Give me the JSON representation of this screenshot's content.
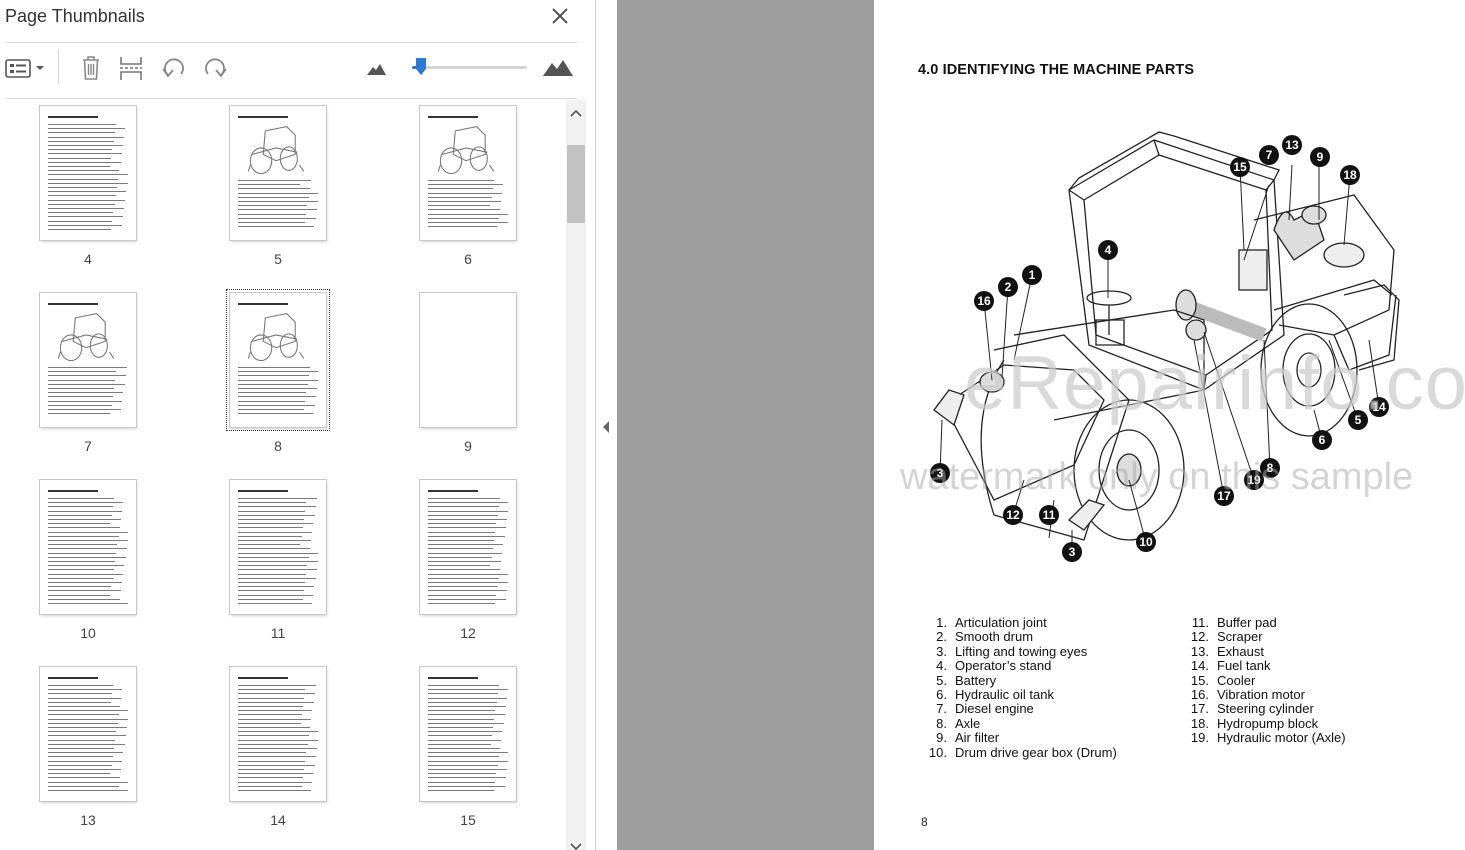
{
  "panel": {
    "title": "Page Thumbnails",
    "icons": {
      "close": "close-icon",
      "options": "thumbnail-options-icon",
      "delete": "trash-icon",
      "insert": "insert-page-icon",
      "undo": "undo-icon",
      "redo": "redo-icon",
      "zoom_out": "small-mountain-icon",
      "zoom_in": "large-mountain-icon"
    },
    "thumbnail_size_fraction": 0.04,
    "thumbnails": [
      {
        "page": "4"
      },
      {
        "page": "5"
      },
      {
        "page": "6"
      },
      {
        "page": "7"
      },
      {
        "page": "8"
      },
      {
        "page": "9"
      },
      {
        "page": "10"
      },
      {
        "page": "11"
      },
      {
        "page": "12"
      },
      {
        "page": "13"
      },
      {
        "page": "14"
      },
      {
        "page": "15"
      }
    ],
    "selected_page": "8"
  },
  "document": {
    "section_title": "4.0  IDENTIFYING THE MACHINE PARTS",
    "callouts": [
      "1",
      "2",
      "3",
      "3",
      "4",
      "5",
      "6",
      "7",
      "8",
      "9",
      "10",
      "11",
      "12",
      "13",
      "14",
      "15",
      "16",
      "17",
      "18",
      "19"
    ],
    "parts_left": [
      {
        "num": "1.",
        "label": "Articulation joint"
      },
      {
        "num": "2.",
        "label": "Smooth drum"
      },
      {
        "num": "3.",
        "label": "Lifting and towing eyes"
      },
      {
        "num": "4.",
        "label": "Operator’s stand"
      },
      {
        "num": "5.",
        "label": "Battery"
      },
      {
        "num": "6.",
        "label": "Hydraulic oil tank"
      },
      {
        "num": "7.",
        "label": "Diesel engine"
      },
      {
        "num": "8.",
        "label": "Axle"
      },
      {
        "num": "9.",
        "label": "Air filter"
      },
      {
        "num": "10.",
        "label": "Drum drive gear box (Drum)"
      }
    ],
    "parts_right": [
      {
        "num": "11.",
        "label": "Buffer pad"
      },
      {
        "num": "12.",
        "label": "Scraper"
      },
      {
        "num": "13.",
        "label": "Exhaust"
      },
      {
        "num": "14.",
        "label": "Fuel tank"
      },
      {
        "num": "15.",
        "label": "Cooler"
      },
      {
        "num": "16.",
        "label": "Vibration motor"
      },
      {
        "num": "17.",
        "label": "Steering cylinder"
      },
      {
        "num": "18.",
        "label": "Hydropump block"
      },
      {
        "num": "19.",
        "label": "Hydraulic motor (Axle)"
      }
    ],
    "page_number": "8",
    "watermark_main": "eRepairinfo.com",
    "watermark_sub": "watermark only on this sample"
  },
  "colors": {
    "viewer_gray": "#9d9d9d",
    "slider_accent": "#2b7bd6",
    "callout_fill": "#111111"
  }
}
